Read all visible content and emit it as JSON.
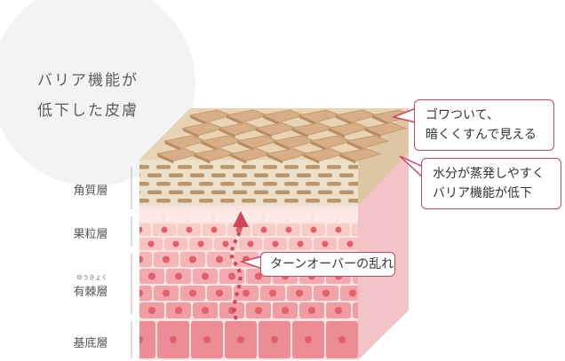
{
  "title": {
    "line1": "バリア機能が",
    "line2": "低下した皮膚"
  },
  "layers": {
    "stratum_corneum": "角質層",
    "stratum_granulosum": "果粒層",
    "stratum_spinosum": "有棘層",
    "stratum_spinosum_ruby": "ゆうきょく",
    "stratum_basale": "基底層"
  },
  "callouts": {
    "rough": {
      "line1": "ゴワついて、",
      "line2": "暗くくすんで見える"
    },
    "moisture": {
      "line1": "水分が蒸発しやすく",
      "line2": "バリア機能が低下"
    },
    "turnover": "ターンオーバーの乱れ"
  },
  "colors": {
    "accent": "#d0455a",
    "scale": "#d7ae85",
    "corneum": "#e9dbc3",
    "dermis_light": "#fbe3e1",
    "dermis_dark": "#f2c3c6",
    "cell": "#f2a7ab",
    "nucleus": "#e0606c"
  }
}
